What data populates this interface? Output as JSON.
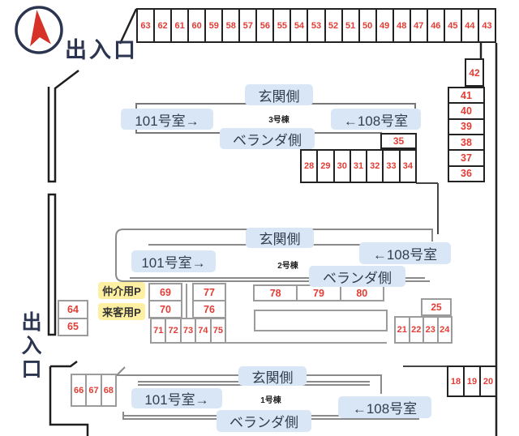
{
  "labels": {
    "exit_top": "出入口",
    "exit_left": "出入口",
    "agent_parking": "仲介用P",
    "visitor_parking": "来客用P"
  },
  "buildings": {
    "b3": {
      "name": "3号棟",
      "entrance": "玄関側",
      "room101": "101号室→",
      "room108": "←108号室",
      "veranda": "ベランダ側"
    },
    "b2": {
      "name": "2号棟",
      "entrance": "玄関側",
      "room101": "101号室→",
      "room108": "←108号室",
      "veranda": "ベランダ側"
    },
    "b1": {
      "name": "1号棟",
      "entrance": "玄関側",
      "room101": "101号室→",
      "room108": "←108号室",
      "veranda": "ベランダ側"
    }
  },
  "parking": {
    "top_row": [
      "63",
      "62",
      "61",
      "60",
      "59",
      "58",
      "57",
      "56",
      "55",
      "54",
      "53",
      "52",
      "51",
      "50",
      "49",
      "48",
      "47",
      "46",
      "45",
      "44",
      "43"
    ],
    "space_42": "42",
    "right_column": [
      "41",
      "40",
      "39",
      "38",
      "37",
      "36"
    ],
    "space_35": "35",
    "row_28_34": [
      "28",
      "29",
      "30",
      "31",
      "32",
      "33",
      "34"
    ],
    "space_69": "69",
    "space_70": "70",
    "space_77": "77",
    "space_76": "76",
    "row_71_75": [
      "71",
      "72",
      "73",
      "74",
      "75"
    ],
    "row_78_80": [
      "78",
      "79",
      "80"
    ],
    "space_25": "25",
    "row_21_24": [
      "21",
      "22",
      "23",
      "24"
    ],
    "space_64": "64",
    "space_65": "65",
    "row_66_68": [
      "66",
      "67",
      "68"
    ],
    "row_18_20": [
      "18",
      "19",
      "20"
    ]
  },
  "colors": {
    "number_red": "#e23d35",
    "label_blue_bg": "#d9e6f5",
    "highlight_yellow_bg": "#fdf0a2",
    "navy": "#2b3550",
    "wall_black": "#222222",
    "outline_gray": "#9b9b9b"
  }
}
